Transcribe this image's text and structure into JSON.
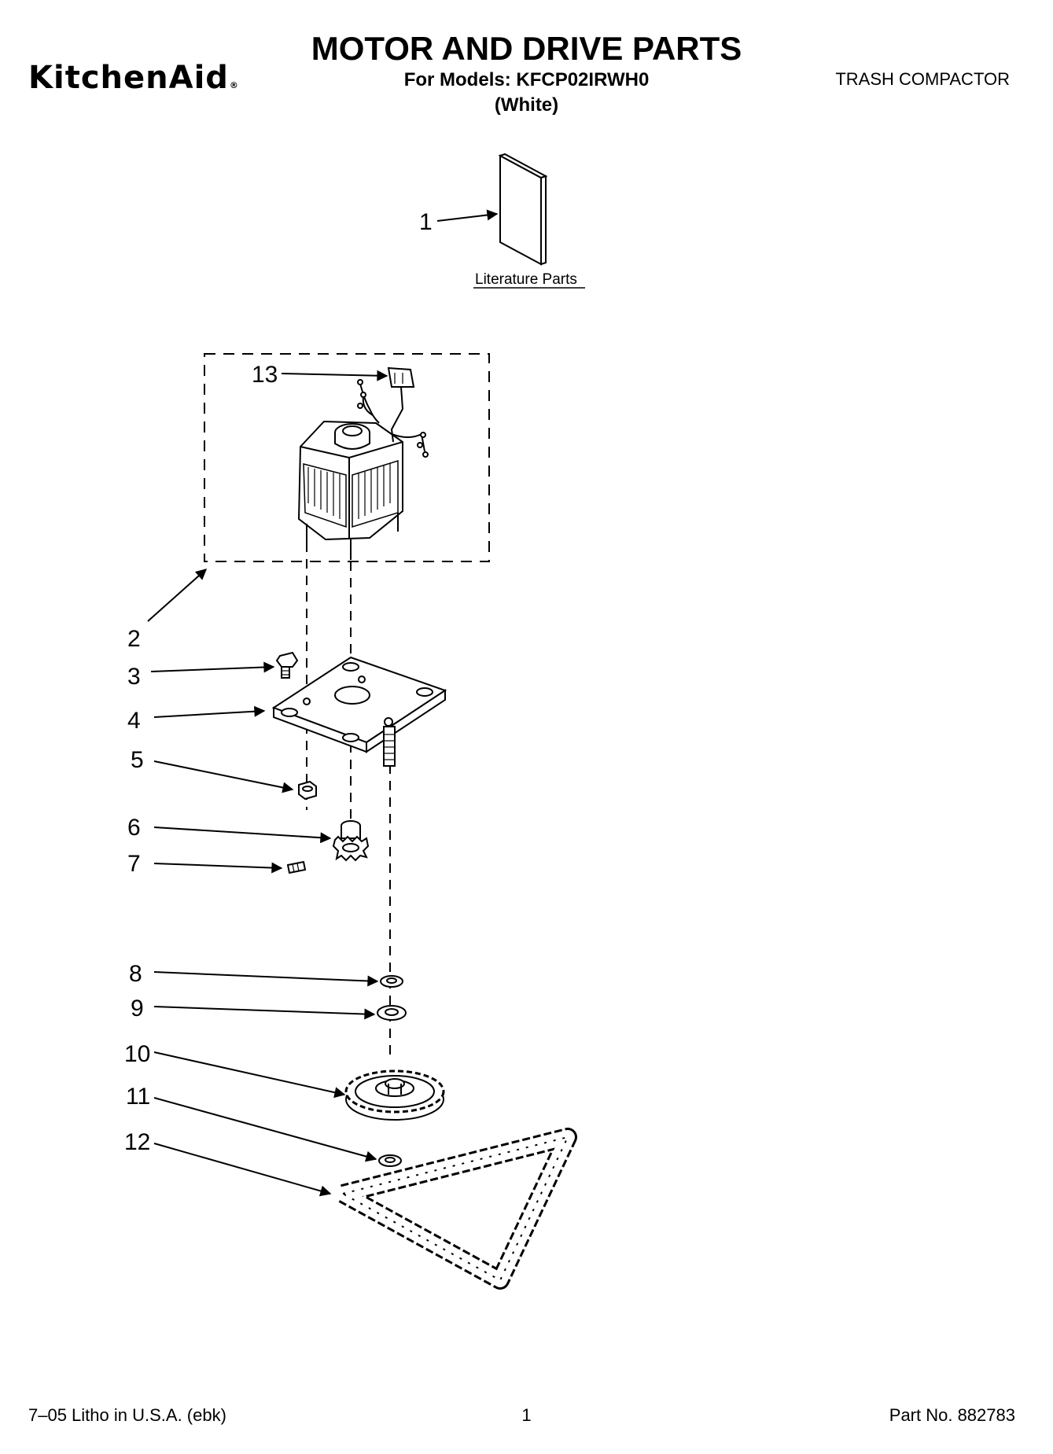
{
  "header": {
    "brand": "KitchenAid",
    "brand_mark": "®",
    "title": "MOTOR AND DRIVE PARTS",
    "models": "For Models: KFCP02IRWH0",
    "color": "(White)",
    "category": "TRASH COMPACTOR"
  },
  "diagram": {
    "literature_label": "Literature Parts",
    "callouts": [
      "1",
      "2",
      "3",
      "4",
      "5",
      "6",
      "7",
      "8",
      "9",
      "10",
      "11",
      "12",
      "13"
    ]
  },
  "footer": {
    "litho": "7–05 Litho in U.S.A. (ebk)",
    "page": "1",
    "part_no": "Part No. 882783"
  }
}
